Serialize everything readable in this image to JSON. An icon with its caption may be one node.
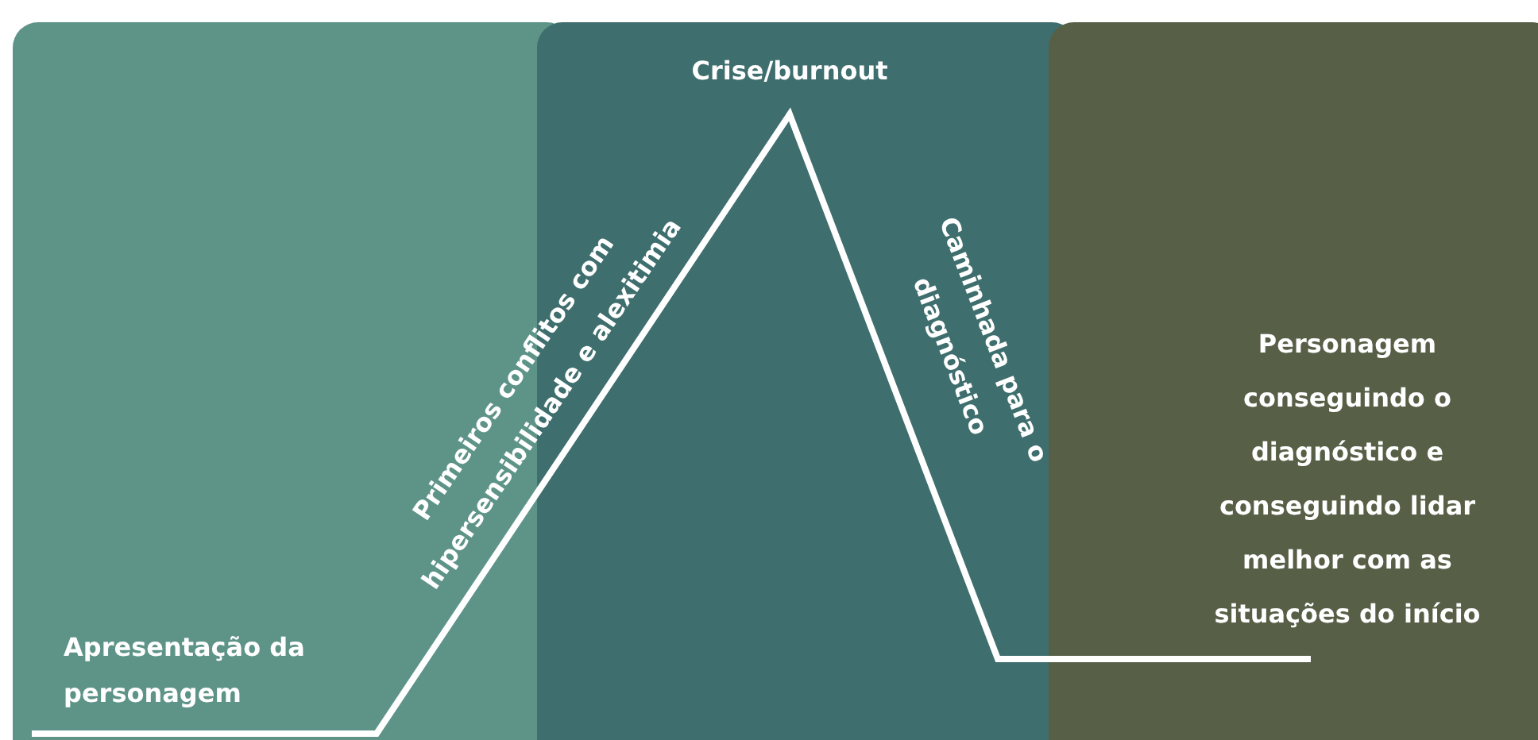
{
  "diagram": {
    "labels": [
      "Apresentação da personagem",
      "Primeiros conflitos com hipersensibilidade e alexitimia",
      "Crise/burnout",
      "Caminhada para o diagnóstico",
      "Personagem conseguindo o diagnóstico e conseguindo lidar melhor com as situações do início"
    ]
  }
}
